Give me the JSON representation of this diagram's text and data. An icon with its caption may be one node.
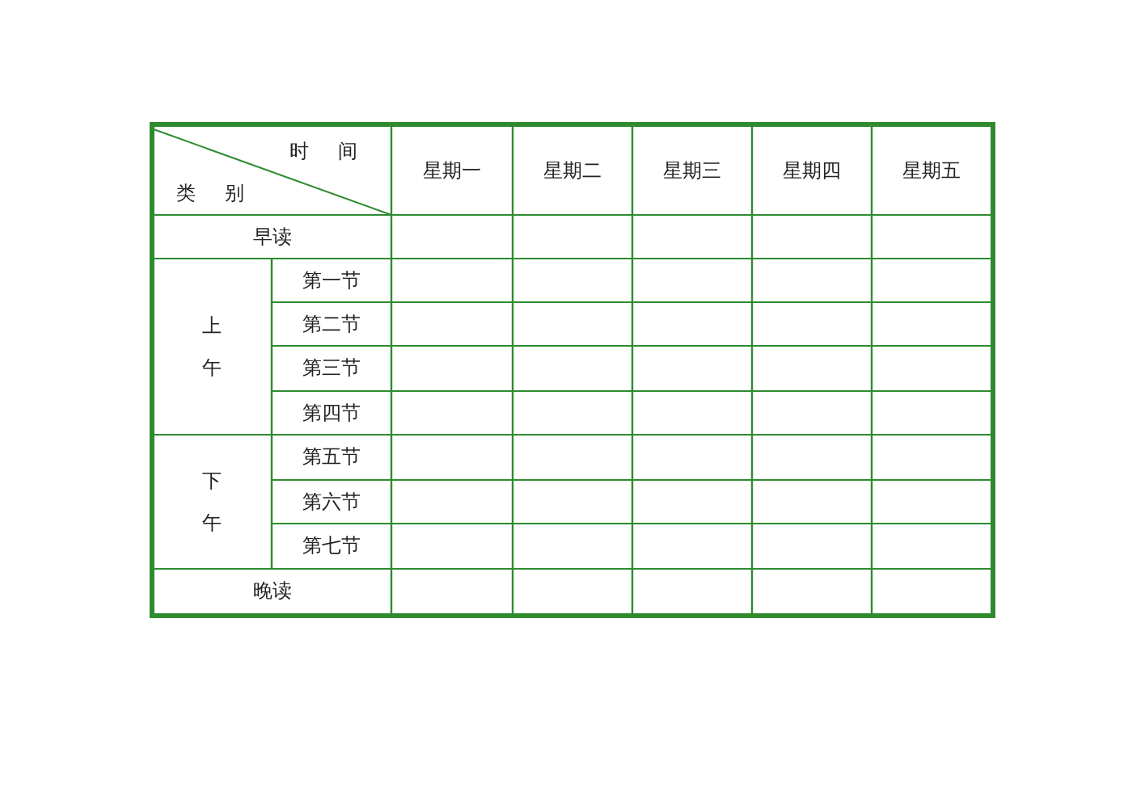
{
  "diagram": {
    "labels": [
      "时 间",
      "类 别",
      "星期一",
      "星期二",
      "星期三",
      "星期四",
      "星期五",
      "早读",
      "上午",
      "第一节",
      "第二节",
      "第三节",
      "第四节",
      "下午",
      "第五节",
      "第六节",
      "第七节",
      "晚读"
    ]
  }
}
